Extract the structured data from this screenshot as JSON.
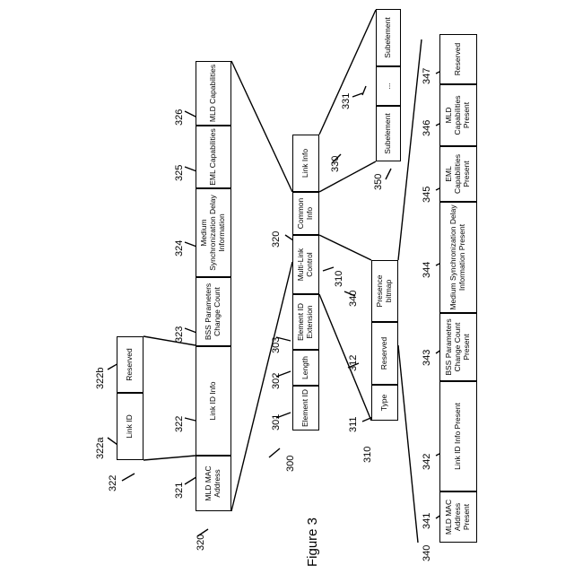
{
  "figure_label": "Figure 3",
  "frame_320": {
    "mld_mac_address": "MLD MAC Address",
    "link_id_info": "Link ID Info",
    "bss_params_change_count": "BSS Parameters Change Count",
    "medium_sync_delay_info": "Medium Synchronization Delay Information",
    "eml_capabilities": "EML Capabilities",
    "mld_capabilities": "MLD Capabilities"
  },
  "link_id_info_322": {
    "link_id": "Link ID",
    "reserved": "Reserved"
  },
  "element_300": {
    "element_id": "Element ID",
    "length": "Length",
    "element_id_extension": "Element ID Extension",
    "multi_link_control": "Multi-Link Control",
    "common_info": "Common Info",
    "link_info": "Link Info"
  },
  "link_info_330": {
    "subelement_1": "Subelement",
    "ellipsis": "...",
    "subelement_2": "Subelement"
  },
  "multi_link_control_310": {
    "type": "Type",
    "reserved": "Reserved",
    "presence_bitmap": "Presence bitmap"
  },
  "presence_bitmap_340": {
    "mld_mac_address_present": "MLD MAC Address Present",
    "link_id_info_present": "Link ID Info Present",
    "bss_params_change_count_present": "BSS Parameters Change Count Present",
    "medium_sync_delay_info_present": "Medium Synchronization Delay Information Present",
    "eml_capabilities_present": "EML Capabilities Present",
    "mld_capabilities_present": "MLD Capabilities Present",
    "reserved": "Reserved"
  },
  "ref_labels": {
    "r320": "320",
    "r321": "321",
    "r322": "322",
    "r323": "323",
    "r324": "324",
    "r325": "325",
    "r326": "326",
    "r322_b": "322",
    "r322a": "322a",
    "r322b": "322b",
    "r300": "300",
    "r301": "301",
    "r302": "302",
    "r303": "303",
    "r310_top": "310",
    "r320_top": "320",
    "r330": "330",
    "r331": "331",
    "r350": "350",
    "r310": "310",
    "r311": "311",
    "r312": "312",
    "r340_top": "340",
    "r340": "340",
    "r341": "341",
    "r342": "342",
    "r343": "343",
    "r344": "344",
    "r345": "345",
    "r346": "346",
    "r347": "347"
  }
}
